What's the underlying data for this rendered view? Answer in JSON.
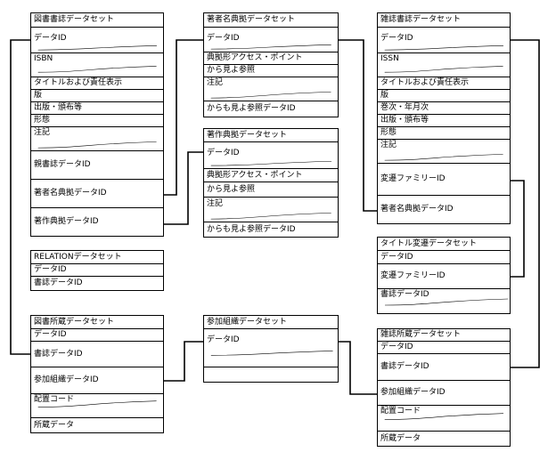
{
  "tables": {
    "tosho": {
      "title": "図書書誌データセット",
      "rows": [
        "データID",
        "ISBN",
        "タイトルおよび責任表示",
        "版",
        "出版・頒布等",
        "形態",
        "注記",
        "親書誌データID",
        "著者名典拠データID",
        "著作典拠データID"
      ]
    },
    "chosha": {
      "title": "著者名典拠データセット",
      "rows": [
        "データID",
        "典拠形アクセス・ポイント",
        "から見よ参照",
        "注記",
        "からも見よ参照データID"
      ]
    },
    "chosaku": {
      "title": "著作典拠データセット",
      "rows": [
        "データID",
        "典拠形アクセス・ポイント",
        "から見よ参照",
        "注記",
        "からも見よ参照データID"
      ]
    },
    "zasshi": {
      "title": "雑誌書誌データセット",
      "rows": [
        "データID",
        "ISSN",
        "タイトルおよび責任表示",
        "版",
        "巻次・年月次",
        "出版・頒布等",
        "形態",
        "注記",
        "変遷ファミリーID",
        "著者名典拠データID"
      ]
    },
    "title_hensen": {
      "title": "タイトル変遷データセット",
      "rows": [
        "データID",
        "変遷ファミリーID",
        "書誌データID"
      ]
    },
    "relation": {
      "title": "RELATIONデータセット",
      "rows": [
        "データID",
        "書誌データID"
      ]
    },
    "tosho_shozo": {
      "title": "図書所蔵データセット",
      "rows": [
        "データID",
        "書誌データID",
        "参加組織データID",
        "配置コード",
        "所蔵データ"
      ]
    },
    "sanka": {
      "title": "参加組織データセット",
      "rows": [
        "データID"
      ]
    },
    "zasshi_shozo": {
      "title": "雑誌所蔵データセット",
      "rows": [
        "データID",
        "書誌データID",
        "参加組織データID",
        "配置コード",
        "所蔵データ"
      ]
    }
  }
}
